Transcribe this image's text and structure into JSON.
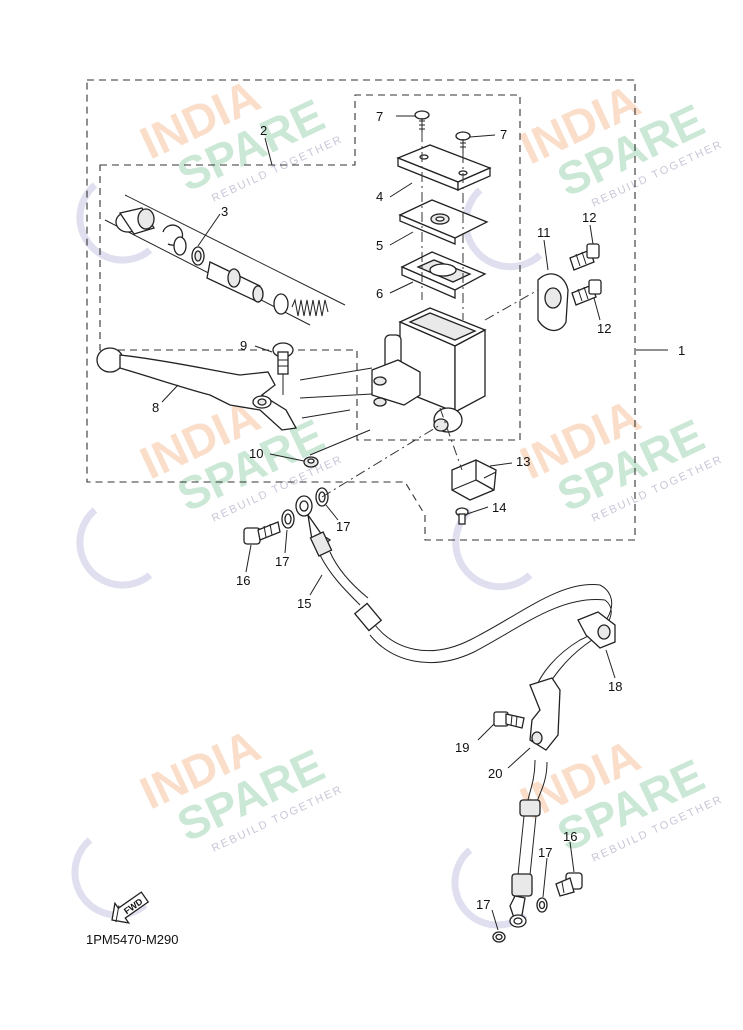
{
  "diagram_code": "1PM5470-M290",
  "fwd_label": "FWD",
  "watermark": {
    "line1": "INDIA",
    "line2": "SPARE",
    "tagline": "REBUILD TOGETHER"
  },
  "callouts": {
    "c1": "1",
    "c2": "2",
    "c3": "3",
    "c4": "4",
    "c5": "5",
    "c6": "6",
    "c7a": "7",
    "c7b": "7",
    "c8": "8",
    "c9": "9",
    "c10": "10",
    "c11": "11",
    "c12a": "12",
    "c12b": "12",
    "c13": "13",
    "c14": "14",
    "c15": "15",
    "c16a": "16",
    "c16b": "16",
    "c17a": "17",
    "c17b": "17",
    "c17c": "17",
    "c17d": "17",
    "c18": "18",
    "c19": "19",
    "c20": "20"
  }
}
